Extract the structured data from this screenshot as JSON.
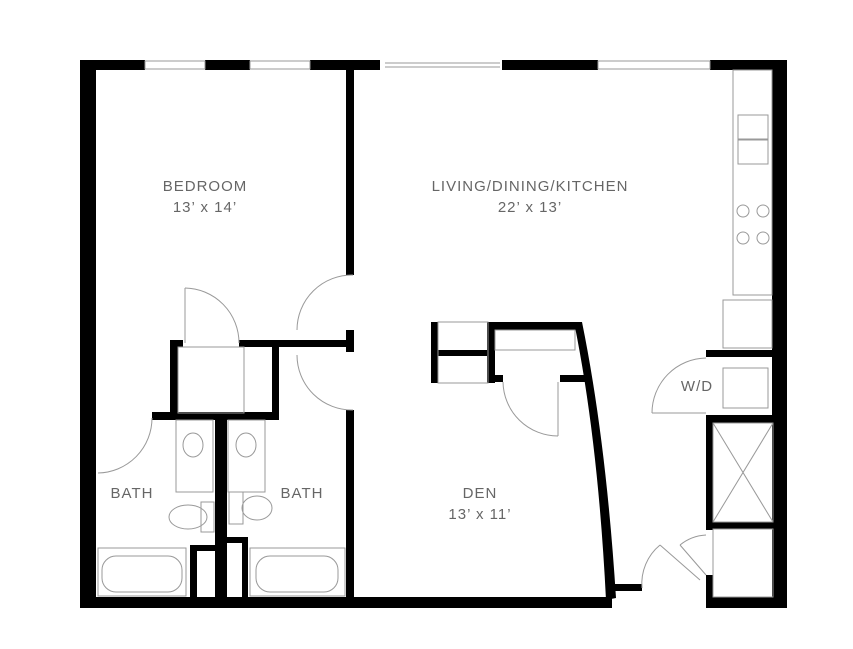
{
  "rooms": {
    "bedroom": {
      "name": "BEDROOM",
      "size": "13’ x 14’"
    },
    "living": {
      "name": "LIVING/DINING/KITCHEN",
      "size": "22’ x 13’"
    },
    "den": {
      "name": "DEN",
      "size": "13’ x 11’"
    },
    "bath1": {
      "name": "BATH"
    },
    "bath2": {
      "name": "BATH"
    },
    "laundry": {
      "name": "W/D"
    }
  },
  "colors": {
    "wall": "#000000",
    "fixture": "#999999",
    "label": "#666666"
  }
}
